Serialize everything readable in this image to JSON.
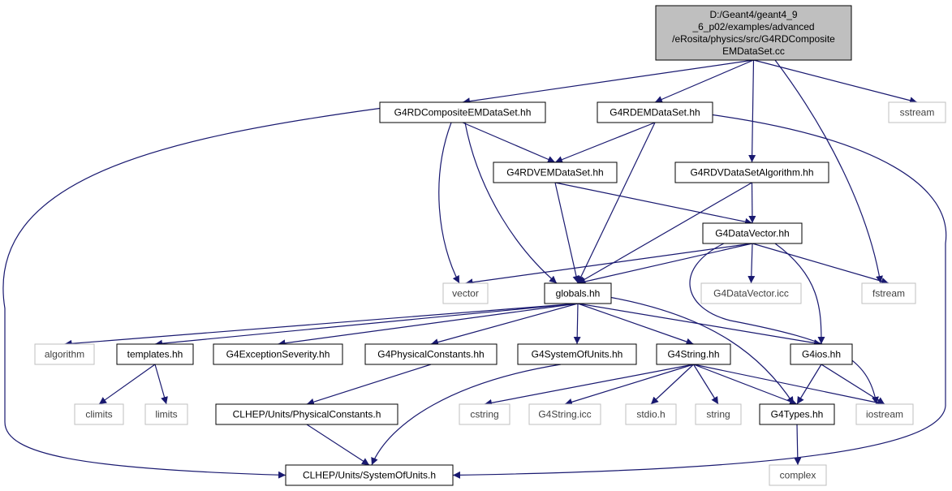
{
  "colors": {
    "edge": "#191970",
    "root_fill": "#bfbfbf",
    "node_border": "#000000",
    "external_border": "#bfbfbf",
    "external_text": "#404040"
  },
  "diagram": {
    "root": {
      "id": "root",
      "lines": [
        "D:/Geant4/geant4_9",
        "_6_p02/examples/advanced",
        "/eRosita/physics/src/G4RDComposite",
        "EMDataSet.cc"
      ]
    },
    "nodes": [
      {
        "id": "composite",
        "label": "G4RDCompositeEMDataSet.hh",
        "kind": "header"
      },
      {
        "id": "emdataset",
        "label": "G4RDEMDataSet.hh",
        "kind": "header"
      },
      {
        "id": "sstream",
        "label": "sstream",
        "kind": "external"
      },
      {
        "id": "vemdataset",
        "label": "G4RDVEMDataSet.hh",
        "kind": "header"
      },
      {
        "id": "vdsalgo",
        "label": "G4RDVDataSetAlgorithm.hh",
        "kind": "header"
      },
      {
        "id": "datavector",
        "label": "G4DataVector.hh",
        "kind": "header"
      },
      {
        "id": "vector",
        "label": "vector",
        "kind": "external"
      },
      {
        "id": "globals",
        "label": "globals.hh",
        "kind": "header"
      },
      {
        "id": "dvicc",
        "label": "G4DataVector.icc",
        "kind": "external"
      },
      {
        "id": "fstream",
        "label": "fstream",
        "kind": "external"
      },
      {
        "id": "algorithm",
        "label": "algorithm",
        "kind": "external"
      },
      {
        "id": "templates",
        "label": "templates.hh",
        "kind": "header"
      },
      {
        "id": "excsev",
        "label": "G4ExceptionSeverity.hh",
        "kind": "header"
      },
      {
        "id": "physconst",
        "label": "G4PhysicalConstants.hh",
        "kind": "header"
      },
      {
        "id": "sysunits",
        "label": "G4SystemOfUnits.hh",
        "kind": "header"
      },
      {
        "id": "g4string",
        "label": "G4String.hh",
        "kind": "header"
      },
      {
        "id": "g4ios",
        "label": "G4ios.hh",
        "kind": "header"
      },
      {
        "id": "climits",
        "label": "climits",
        "kind": "external"
      },
      {
        "id": "limits",
        "label": "limits",
        "kind": "external"
      },
      {
        "id": "clhepphys",
        "label": "CLHEP/Units/PhysicalConstants.h",
        "kind": "header"
      },
      {
        "id": "cstring",
        "label": "cstring",
        "kind": "external"
      },
      {
        "id": "stringicc",
        "label": "G4String.icc",
        "kind": "external"
      },
      {
        "id": "stdio",
        "label": "stdio.h",
        "kind": "external"
      },
      {
        "id": "string",
        "label": "string",
        "kind": "external"
      },
      {
        "id": "g4types",
        "label": "G4Types.hh",
        "kind": "header"
      },
      {
        "id": "iostream",
        "label": "iostream",
        "kind": "external"
      },
      {
        "id": "clhepunits",
        "label": "CLHEP/Units/SystemOfUnits.h",
        "kind": "header"
      },
      {
        "id": "complex",
        "label": "complex",
        "kind": "external"
      }
    ],
    "edges": [
      [
        "root",
        "composite"
      ],
      [
        "root",
        "emdataset"
      ],
      [
        "root",
        "vdsalgo"
      ],
      [
        "root",
        "fstream"
      ],
      [
        "root",
        "sstream"
      ],
      [
        "composite",
        "vemdataset"
      ],
      [
        "composite",
        "vector"
      ],
      [
        "composite",
        "globals"
      ],
      [
        "composite",
        "clhepunits"
      ],
      [
        "emdataset",
        "vemdataset"
      ],
      [
        "emdataset",
        "globals"
      ],
      [
        "emdataset",
        "clhepunits"
      ],
      [
        "vemdataset",
        "globals"
      ],
      [
        "vemdataset",
        "datavector"
      ],
      [
        "vdsalgo",
        "datavector"
      ],
      [
        "vdsalgo",
        "globals"
      ],
      [
        "datavector",
        "vector"
      ],
      [
        "datavector",
        "globals"
      ],
      [
        "datavector",
        "dvicc"
      ],
      [
        "datavector",
        "fstream"
      ],
      [
        "datavector",
        "g4ios"
      ],
      [
        "datavector",
        "iostream"
      ],
      [
        "globals",
        "algorithm"
      ],
      [
        "globals",
        "templates"
      ],
      [
        "globals",
        "excsev"
      ],
      [
        "globals",
        "physconst"
      ],
      [
        "globals",
        "sysunits"
      ],
      [
        "globals",
        "g4string"
      ],
      [
        "globals",
        "g4ios"
      ],
      [
        "globals",
        "g4types"
      ],
      [
        "templates",
        "climits"
      ],
      [
        "templates",
        "limits"
      ],
      [
        "physconst",
        "clhepphys"
      ],
      [
        "clhepphys",
        "clhepunits"
      ],
      [
        "sysunits",
        "clhepunits"
      ],
      [
        "g4string",
        "cstring"
      ],
      [
        "g4string",
        "stringicc"
      ],
      [
        "g4string",
        "stdio"
      ],
      [
        "g4string",
        "string"
      ],
      [
        "g4string",
        "g4types"
      ],
      [
        "g4string",
        "iostream"
      ],
      [
        "g4ios",
        "g4types"
      ],
      [
        "g4ios",
        "iostream"
      ],
      [
        "g4types",
        "complex"
      ]
    ]
  }
}
